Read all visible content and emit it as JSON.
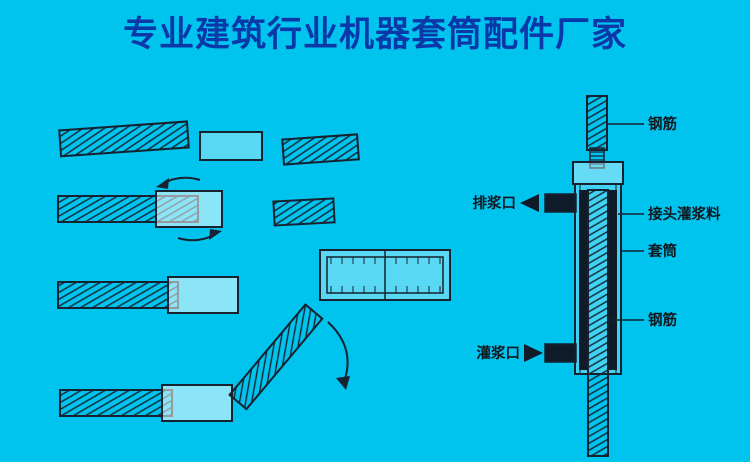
{
  "page": {
    "title": "专业建筑行业机器套筒配件厂家"
  },
  "colors": {
    "background": "#00c3ee",
    "title": "#0a38a8",
    "line_art": "#16222f",
    "dark_fill": "#101b29"
  },
  "icons": {
    "grout_outlet_arrow": "left-solid-triangle",
    "grout_inlet_arrow": "right-solid-triangle"
  },
  "sleeve_diagram": {
    "labels": {
      "rebar_top": "钢筋",
      "joint_grout": "接头灌浆料",
      "sleeve": "套筒",
      "rebar_lower": "钢筋",
      "grout_outlet": "排浆口",
      "grout_inlet": "灌浆口"
    }
  }
}
